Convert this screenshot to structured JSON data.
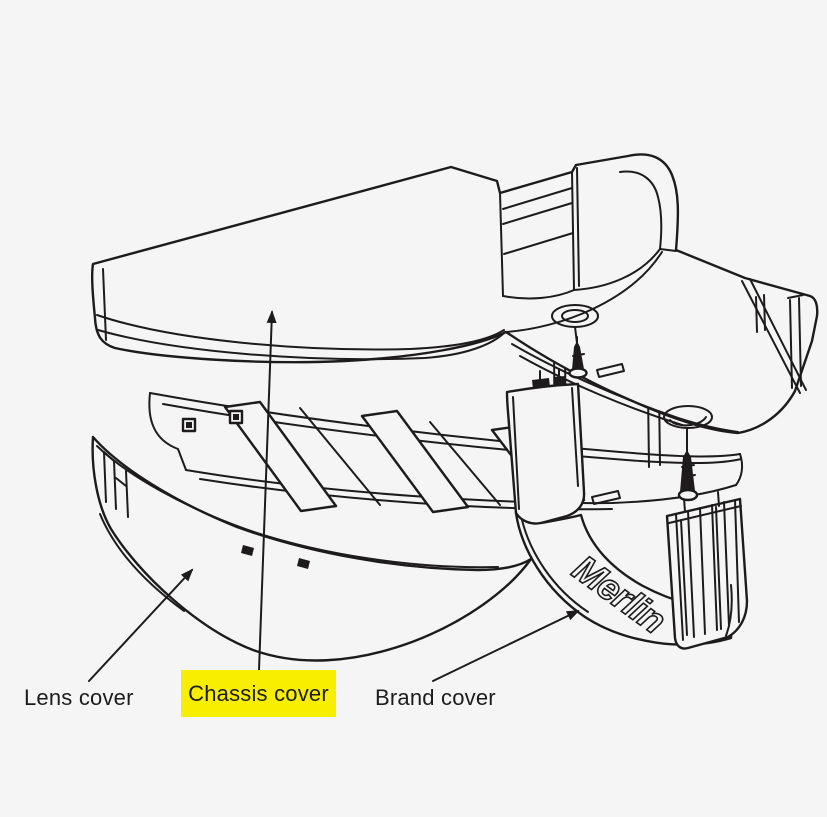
{
  "diagram": {
    "kind": "exploded-view-parts-line-drawing",
    "background_color": "#f5f5f5",
    "line_color": "#1d1b1c",
    "highlight_color": "#f7ee00",
    "brand_text": "Merlin",
    "parts": [
      {
        "id": "lens-cover",
        "label": "Lens cover",
        "highlighted": false
      },
      {
        "id": "chassis-cover",
        "label": "Chassis cover",
        "highlighted": true
      },
      {
        "id": "brand-cover",
        "label": "Brand cover",
        "highlighted": false
      }
    ],
    "hardware": [
      {
        "id": "screw-1",
        "name": "screw"
      },
      {
        "id": "screw-2",
        "name": "screw"
      }
    ]
  }
}
